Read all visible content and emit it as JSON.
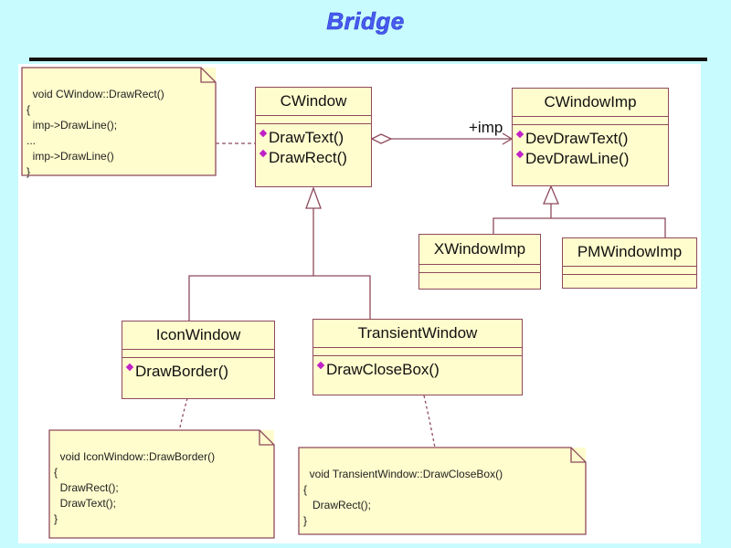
{
  "title": "Bridge",
  "colors": {
    "background": "#c8fbfd",
    "title": "#4a5cf0",
    "class_fill": "#fffccd",
    "border": "#8e4a5c",
    "operation_marker": "#c020c8"
  },
  "classes": {
    "cwindow": {
      "name": "CWindow",
      "operations": [
        "DrawText()",
        "DrawRect()"
      ]
    },
    "cwindowimp": {
      "name": "CWindowImp",
      "operations": [
        "DevDrawText()",
        "DevDrawLine()"
      ]
    },
    "xwindowimp": {
      "name": "XWindowImp",
      "operations": []
    },
    "pmwindowimp": {
      "name": "PMWindowImp",
      "operations": []
    },
    "iconwindow": {
      "name": "IconWindow",
      "operations": [
        "DrawBorder()"
      ]
    },
    "transientwindow": {
      "name": "TransientWindow",
      "operations": [
        "DrawCloseBox()"
      ]
    }
  },
  "association": {
    "role_label": "+imp",
    "kind": "aggregation"
  },
  "notes": {
    "cwindow_drawrect": "void CWindow::DrawRect()\n{\n  imp->DrawLine();\n...\n  imp->DrawLine()\n}",
    "iconwindow_drawborder": "void IconWindow::DrawBorder()\n{\n  DrawRect();\n  DrawText();\n}",
    "transientwindow_drawclosebox": "void TransientWindow::DrawCloseBox()\n{\n   DrawRect();\n}"
  }
}
